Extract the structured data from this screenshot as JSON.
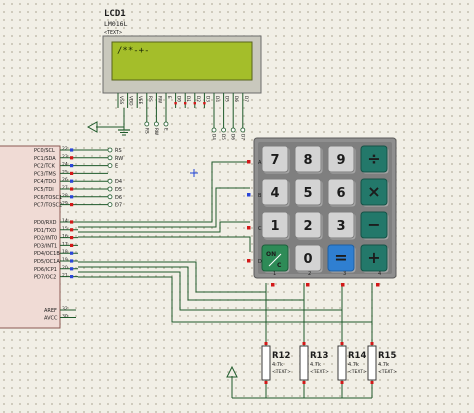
{
  "lcd": {
    "ref": "LCD1",
    "model": "LM016L",
    "sub": "<TEXT>",
    "display_text": "/**-+-",
    "pins": [
      "VSS",
      "VDD",
      "VEE",
      "RS",
      "RW",
      "E",
      "D0",
      "D1",
      "D2",
      "D3",
      "D4",
      "D5",
      "D6",
      "D7"
    ],
    "ctrl_pins": [
      "RS",
      "RW",
      "E"
    ],
    "data_pins": [
      "D4",
      "D5",
      "D6",
      "D7"
    ]
  },
  "mcu": {
    "portc_pins": [
      {
        "name": "PC0/SCL",
        "num": "22",
        "net": "RS"
      },
      {
        "name": "PC1/SDA",
        "num": "23",
        "net": "RW"
      },
      {
        "name": "PC2/TCK",
        "num": "24",
        "net": "E"
      },
      {
        "name": "PC3/TMS",
        "num": "25",
        "net": ""
      },
      {
        "name": "PC4/TDO",
        "num": "26",
        "net": "D4"
      },
      {
        "name": "PC5/TDI",
        "num": "27",
        "net": "D5"
      },
      {
        "name": "PC6/TOSC1",
        "num": "28",
        "net": "D6"
      },
      {
        "name": "PC7/TOSC2",
        "num": "29",
        "net": "D7"
      }
    ],
    "portd_pins": [
      {
        "name": "PD0/RXD",
        "num": "14"
      },
      {
        "name": "PD1/TXD",
        "num": "15"
      },
      {
        "name": "PD2/INT0",
        "num": "16"
      },
      {
        "name": "PD3/INT1",
        "num": "17"
      },
      {
        "name": "PD4/OC1B",
        "num": "18"
      },
      {
        "name": "PD5/OC1A",
        "num": "19"
      },
      {
        "name": "PD6/ICP1",
        "num": "20"
      },
      {
        "name": "PD7/OC2",
        "num": "21"
      }
    ],
    "bottom_pins": [
      {
        "name": "AREF",
        "num": "32"
      },
      {
        "name": "AVCC",
        "num": "30"
      }
    ]
  },
  "keypad": {
    "row_labels": [
      "A",
      "B",
      "C",
      "D"
    ],
    "col_labels": [
      "1",
      "2",
      "3",
      "4"
    ],
    "keys": [
      [
        "7",
        "8",
        "9",
        "÷"
      ],
      [
        "4",
        "5",
        "6",
        "×"
      ],
      [
        "1",
        "2",
        "3",
        "−"
      ],
      [
        "ON/C",
        "0",
        "=",
        "+"
      ]
    ]
  },
  "resistors": [
    {
      "ref": "R12",
      "value": "4.7k"
    },
    {
      "ref": "R13",
      "value": "4.7k"
    },
    {
      "ref": "R14",
      "value": "4.7k"
    },
    {
      "ref": "R15",
      "value": "4.7k"
    }
  ],
  "resistor_sub": "<TEXT>",
  "colors": {
    "lcd_screen": "#a4be2a",
    "lcd_text": "#1c2a06",
    "wire": "#1e5a2a",
    "pin_red": "#d21818",
    "pin_blue": "#2a46d8",
    "key_operator": "#23786a",
    "key_equals": "#2f7fd1",
    "key_on": "#2e8b57"
  }
}
